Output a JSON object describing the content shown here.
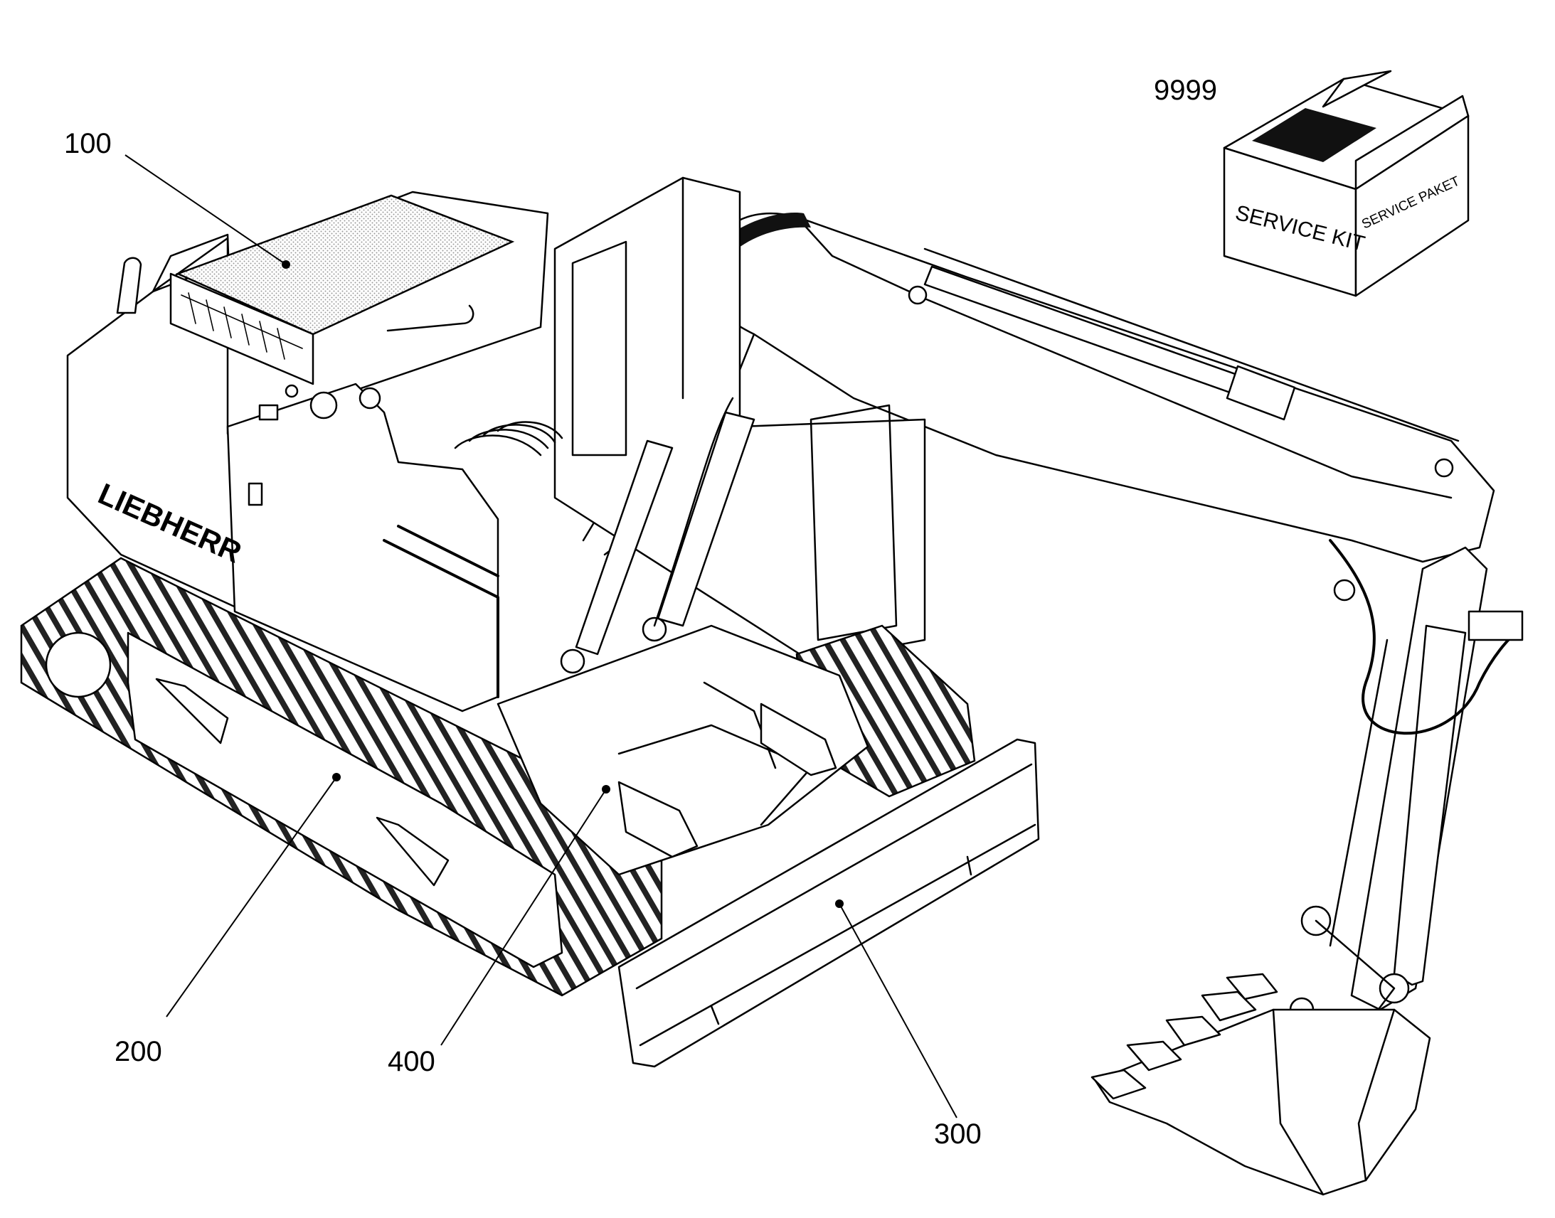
{
  "callouts": [
    {
      "id": "label-100",
      "text": "100"
    },
    {
      "id": "label-200",
      "text": "200"
    },
    {
      "id": "label-300",
      "text": "300"
    },
    {
      "id": "label-400",
      "text": "400"
    },
    {
      "id": "label-9999",
      "text": "9999"
    }
  ],
  "service_box": {
    "front_text": "SERVICE KIT",
    "side_text": "SERVICE PAKET"
  },
  "brand_text": "LIEBHERR"
}
